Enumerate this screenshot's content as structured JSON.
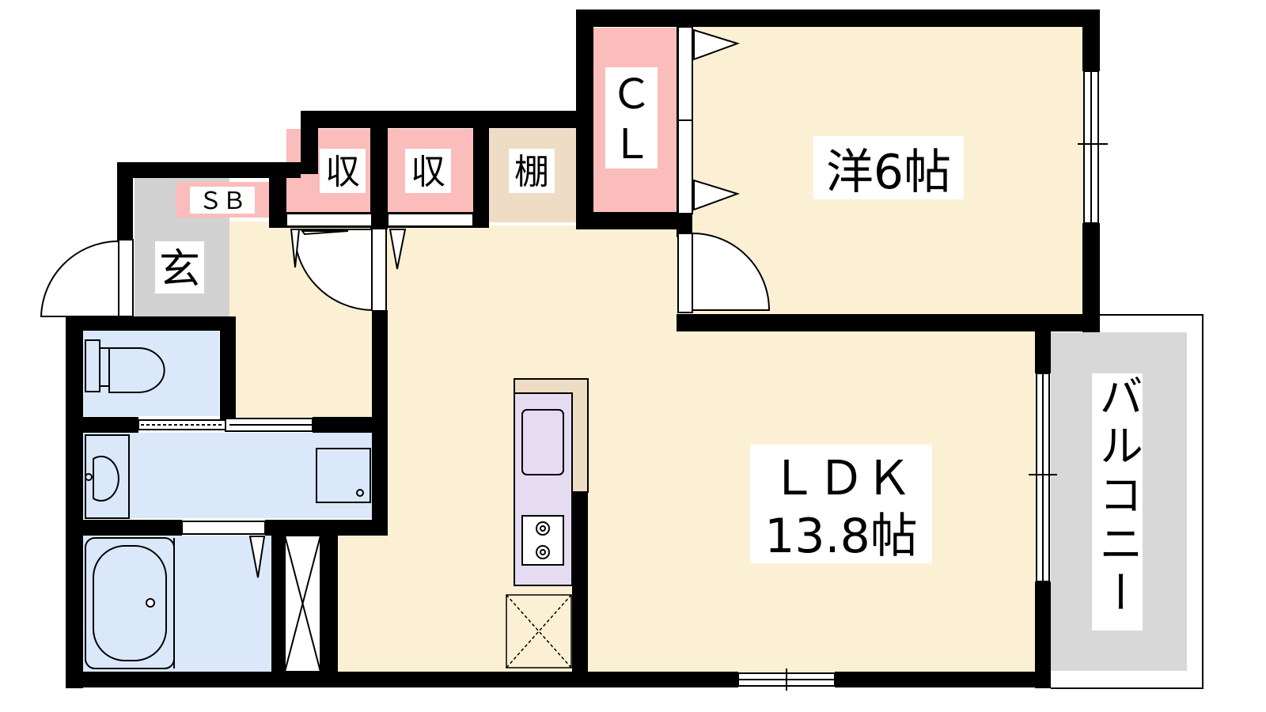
{
  "rooms": {
    "western_room": {
      "name": "洋6帖",
      "color": "#fcf0d4"
    },
    "ldk": {
      "name": "ＬＤＫ",
      "size": "13.8帖",
      "color": "#fcf0d4"
    },
    "balcony": {
      "name": "バルコニー",
      "color": "#d8d8d8"
    },
    "entrance": {
      "name": "玄",
      "color": "#d2d2d2"
    },
    "closet": {
      "name": "ＣＬ",
      "color": "#fbbcbc"
    },
    "storage_1": {
      "name": "収",
      "color": "#fbbcbc"
    },
    "storage_2": {
      "name": "収",
      "color": "#fbbcbc"
    },
    "shelf": {
      "name": "棚",
      "color": "#efdcc5"
    },
    "shoe_box": {
      "name": "ＳＢ",
      "color": "#fbbcbc"
    },
    "wet_area": {
      "color": "#dae8fa"
    },
    "kitchen_counter": {
      "color": "#e6dcf1"
    }
  },
  "colors": {
    "wall": "#000000"
  }
}
